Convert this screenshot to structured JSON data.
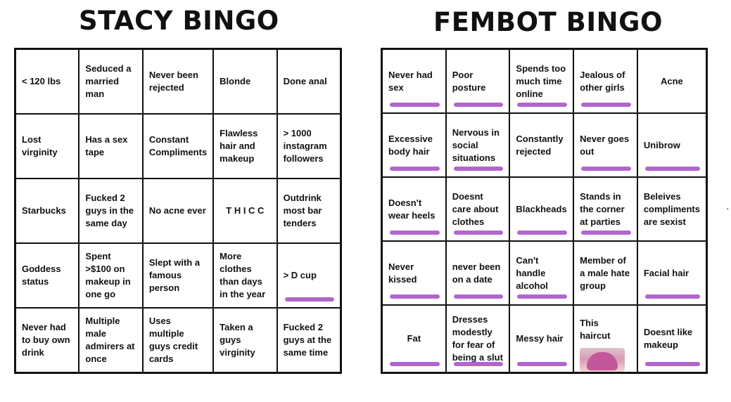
{
  "left_board": {
    "title": "STACY BINGO",
    "cells": [
      "< 120 lbs",
      "Seduced a married man",
      "Never been rejected",
      "Blonde",
      "Done anal",
      "Lost virginity",
      "Has a sex tape",
      "Constant Compliments",
      "Flawless hair and makeup",
      "> 1000 instagram followers",
      "Starbucks",
      "Fucked 2 guys in the same day",
      "No acne ever",
      "T H I C C",
      "Outdrink most bar tenders",
      "Goddess status",
      "Spent >$100 on makeup in one go",
      "Slept with a famous person",
      "More clothes than days in the year",
      "> D cup",
      "Never had to buy own drink",
      "Multiple male admirers at once",
      "Uses multiple guys credit cards",
      "Taken a guys virginity",
      "Fucked 2 guys at the same time"
    ],
    "marked": [
      19
    ]
  },
  "right_board": {
    "title": "FEMBOT BINGO",
    "cells": [
      "Never had sex",
      "Poor posture",
      "Spends too much time online",
      "Jealous of other girls",
      "Acne",
      "Excessive body hair",
      "Nervous in social situations",
      "Constantly rejected",
      "Never goes out",
      "Unibrow",
      "Doesn't wear heels",
      "Doesnt care about clothes",
      "Blackheads",
      "Stands in the corner at parties",
      "Beleives compliments are sexist",
      "Never kissed",
      "never been on a date",
      "Can't handle alcohol",
      "Member of a male hate group",
      "Facial hair",
      "Fat",
      "Dresses modestly for fear of being a slut",
      "Messy hair",
      "This haircut",
      "Doesnt like makeup"
    ],
    "marked": [
      0,
      1,
      2,
      3,
      5,
      6,
      8,
      9,
      10,
      11,
      12,
      13,
      15,
      16,
      17,
      19,
      20,
      21,
      22,
      24
    ],
    "marker_color": "#a24cbf"
  }
}
